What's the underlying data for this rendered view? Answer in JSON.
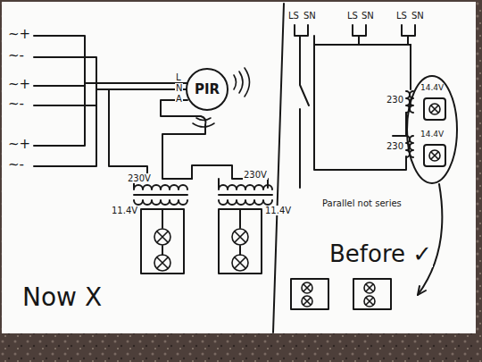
{
  "diagram": {
    "nodes": [
      {
        "text": [
          "PIR"
        ]
      }
    ],
    "labels": [
      "~+",
      "~-",
      "~+",
      "~-",
      "~+",
      "~-",
      "L",
      "N",
      "A",
      "230V",
      "230V",
      "11.4V",
      "11.4V",
      "Now X",
      "LS",
      "SN",
      "LS",
      "SN",
      "LS",
      "SN",
      "230",
      "230",
      "14.4V",
      "14.4V",
      "Parallel not series",
      "Before ✓"
    ]
  }
}
